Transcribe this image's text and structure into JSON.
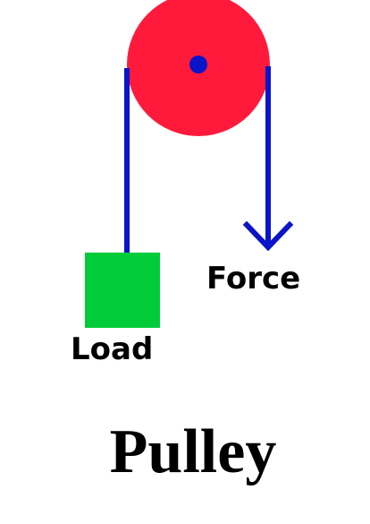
{
  "labels": {
    "force": "Force",
    "load": "Load",
    "title": "Pulley"
  },
  "colors": {
    "wheel": "#ff1a3c",
    "rope": "#0a14c8",
    "axle": "#0a14c8",
    "load_block": "#00cc3a",
    "text": "#000000",
    "background": "#ffffff"
  },
  "icons": {
    "force_direction": "arrow-down-icon"
  }
}
